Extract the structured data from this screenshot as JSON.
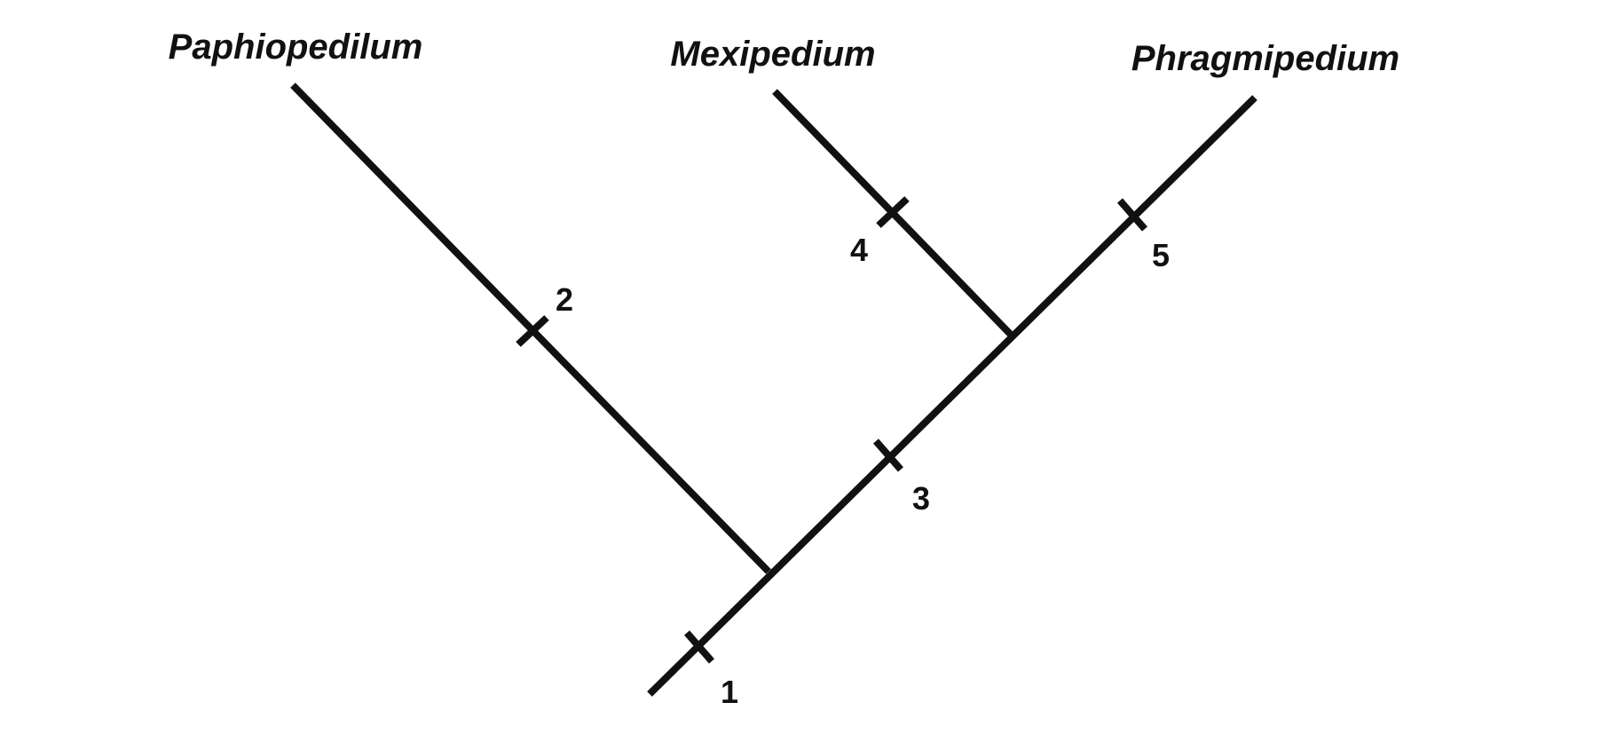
{
  "title": "Cladogram of slipper orchid genera",
  "taxa": [
    "Paphiopedilum",
    "Mexipedium",
    "Phragmipedium"
  ],
  "characters": [
    "1",
    "2",
    "3",
    "4",
    "5"
  ],
  "colors": {
    "ink": "#111111",
    "background": "#ffffff"
  }
}
